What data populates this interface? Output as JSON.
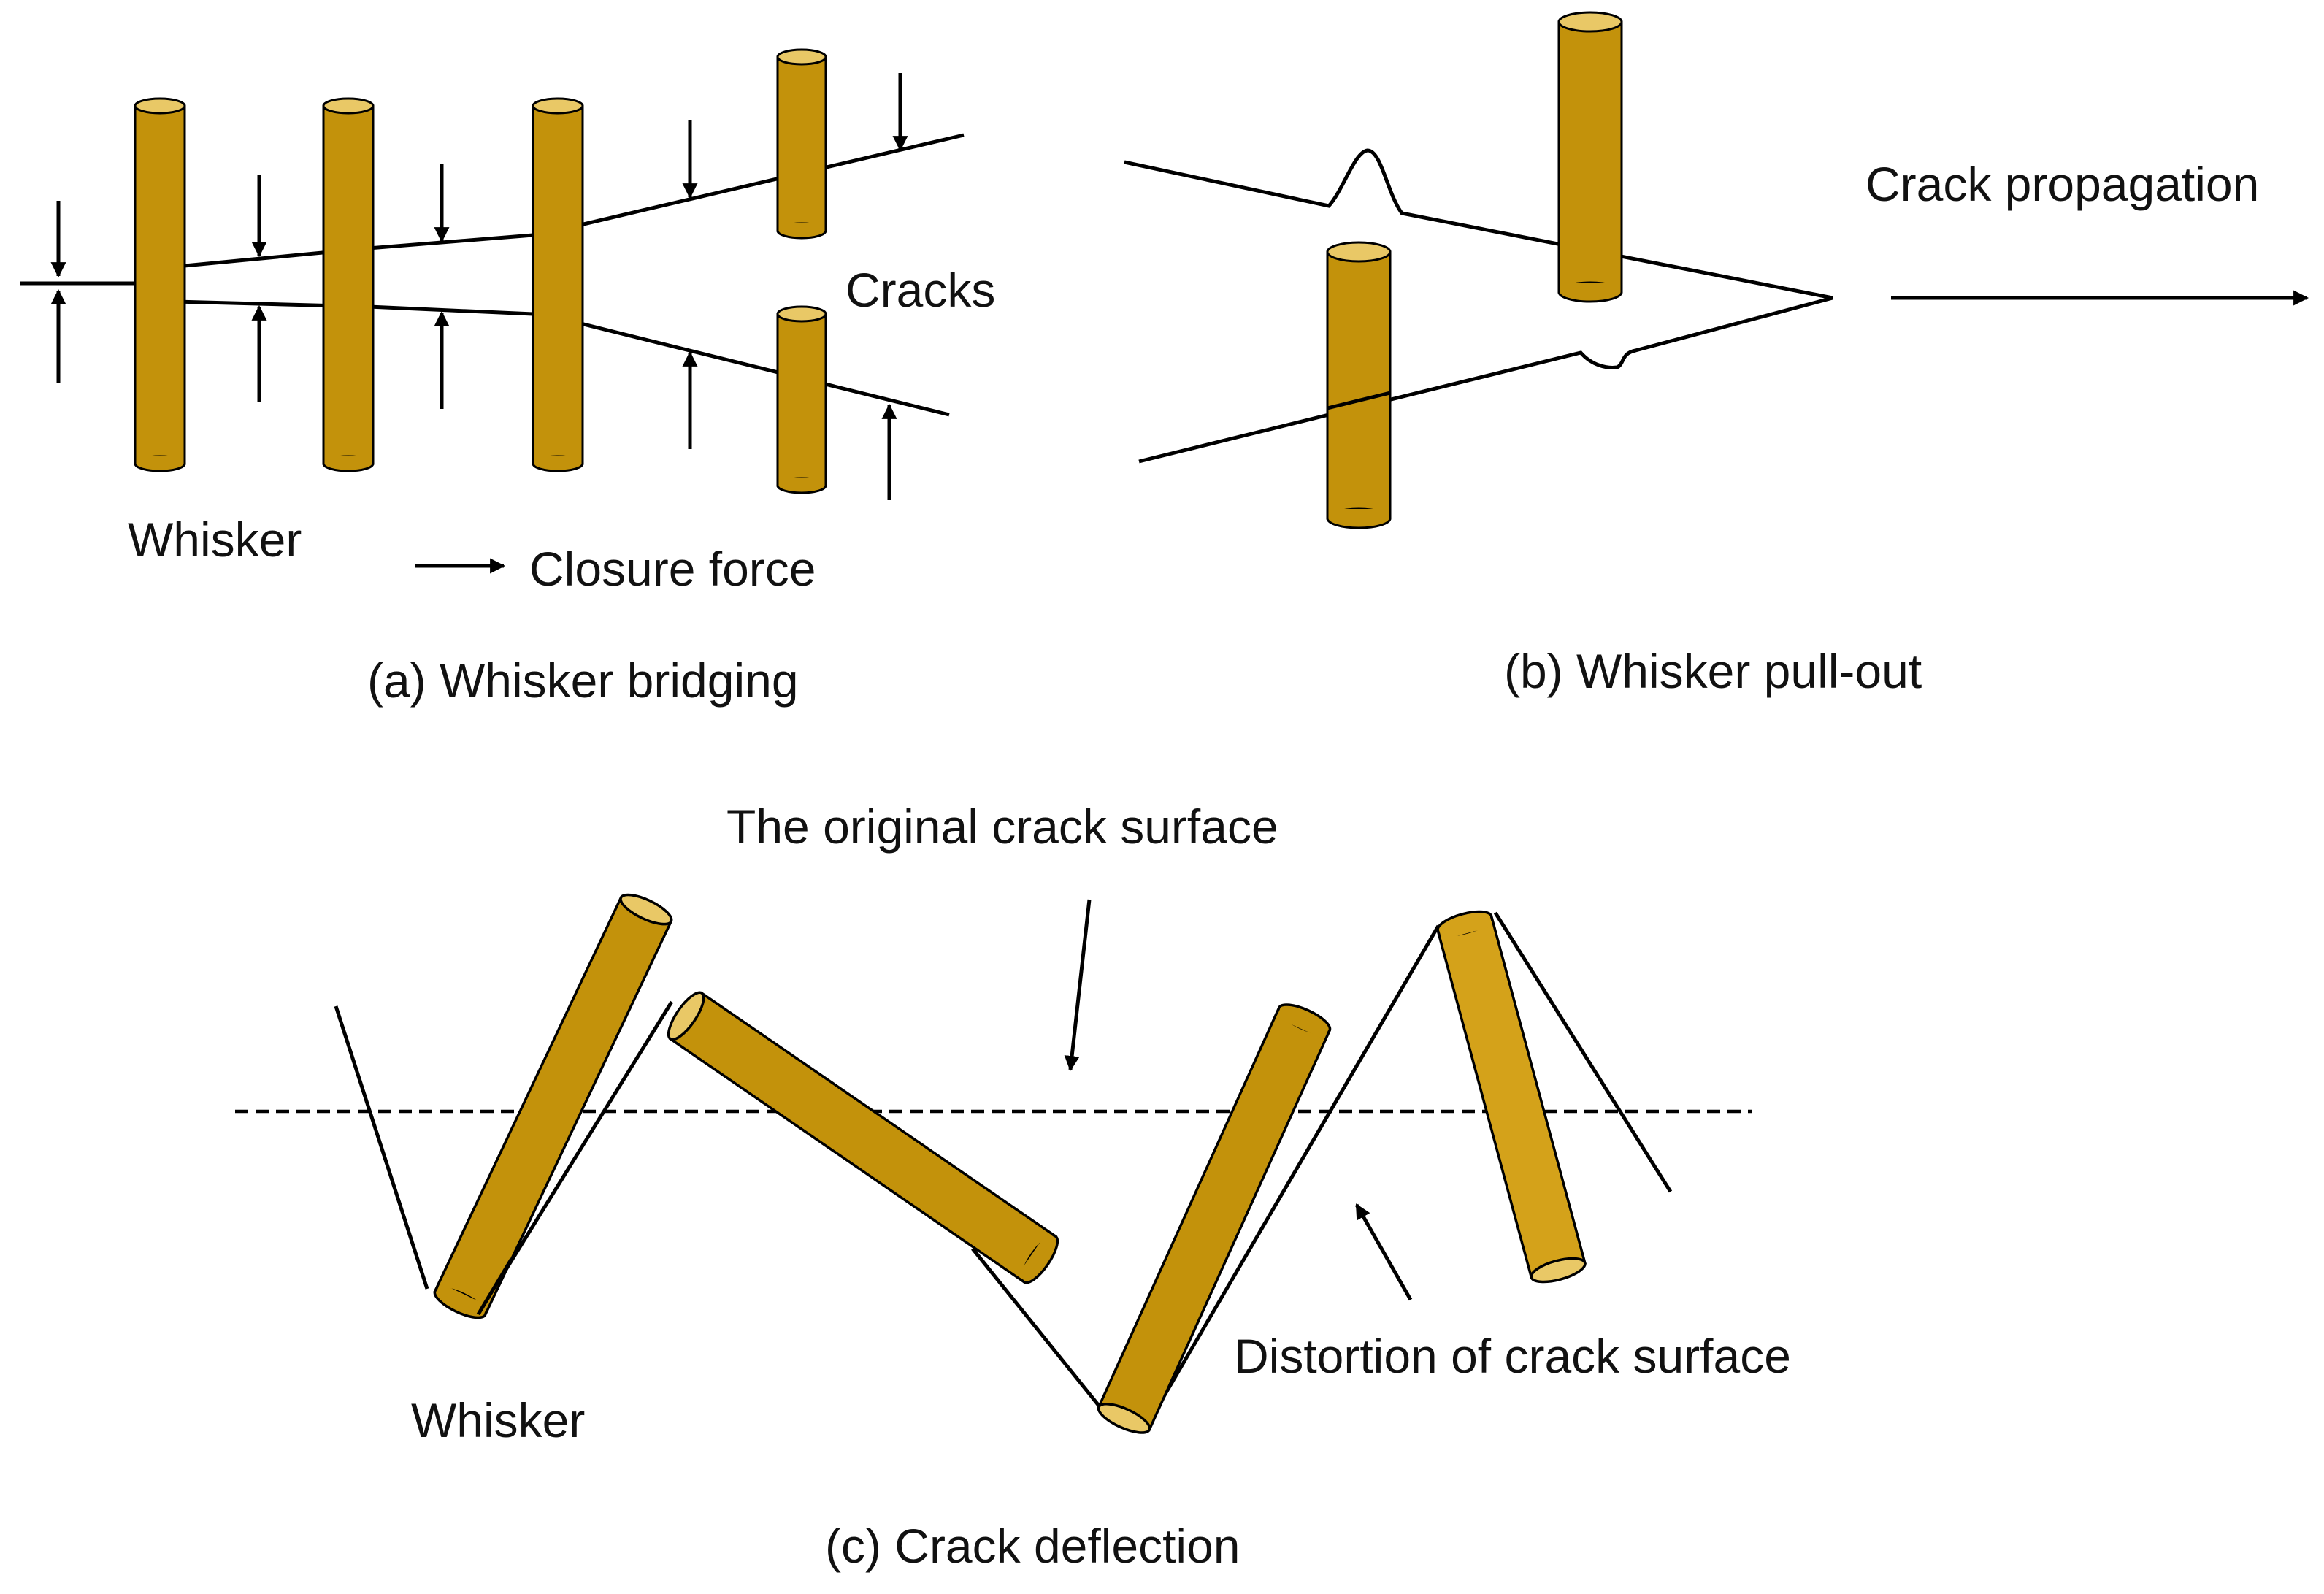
{
  "panel_a": {
    "caption": "(a) Whisker bridging",
    "labels": {
      "cracks": "Cracks",
      "whisker": "Whisker",
      "closure_force": "Closure force"
    }
  },
  "panel_b": {
    "caption": "(b) Whisker pull-out",
    "labels": {
      "crack_propagation": "Crack propagation"
    }
  },
  "panel_c": {
    "caption": "(c) Crack deflection",
    "labels": {
      "original_surface": "The original crack surface",
      "distortion": "Distortion of crack surface",
      "whisker": "Whisker"
    }
  },
  "colors": {
    "whisker_body": "#C3920B",
    "whisker_body_light": "#D4A21A",
    "whisker_end": "#E9C866",
    "line": "#000000"
  }
}
